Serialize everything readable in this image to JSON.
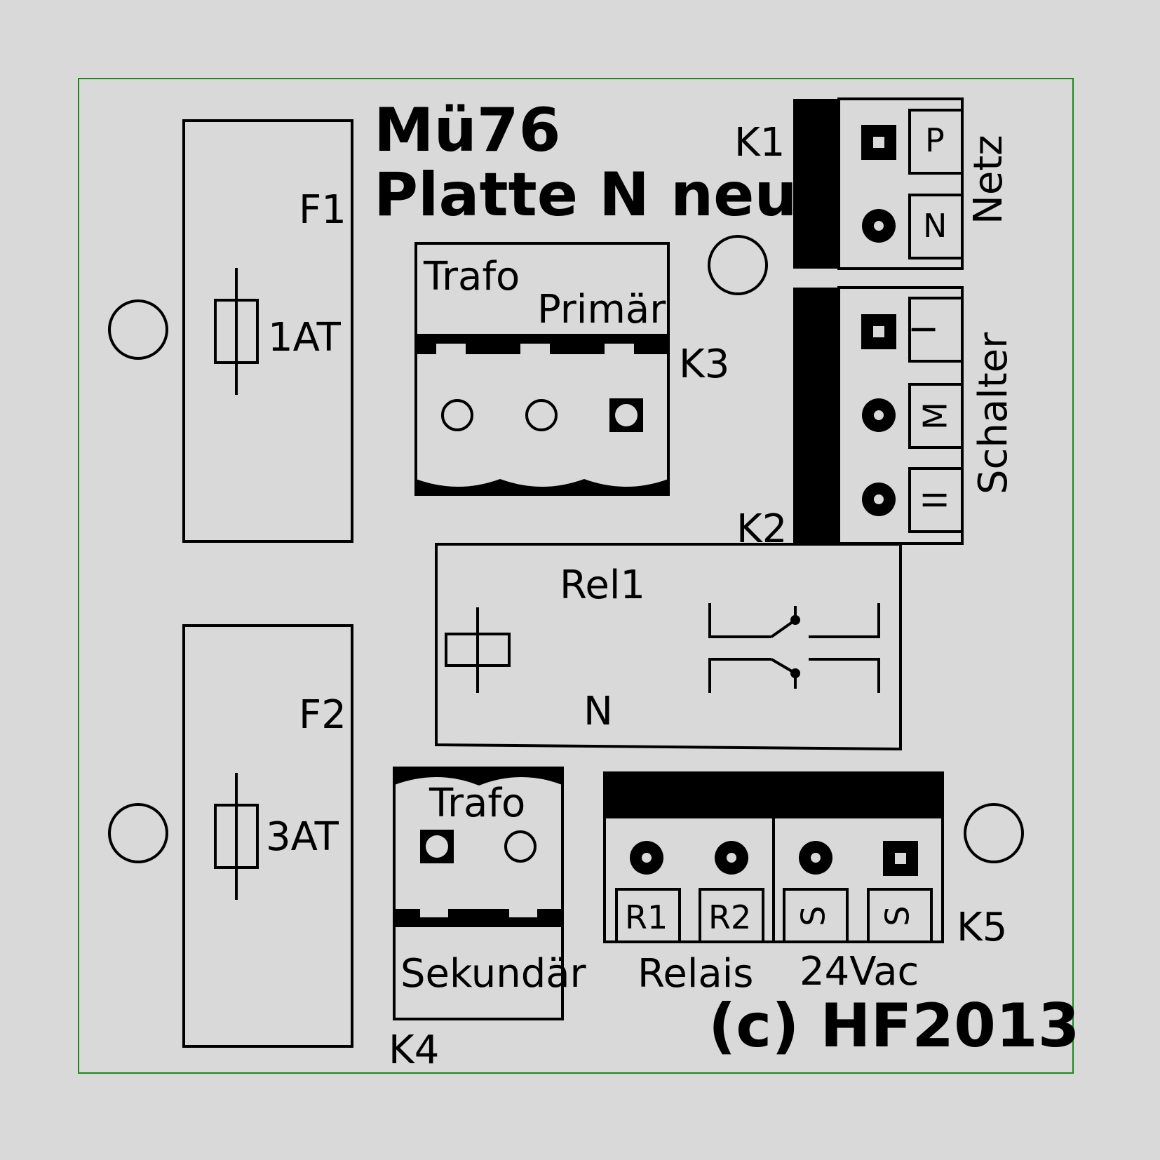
{
  "colors": {
    "background": "#d9d9d9",
    "board_outline": "#1a8a1a",
    "silkscreen": "#000000"
  },
  "title": {
    "line1": "Mü76",
    "line2": "Platte N neu"
  },
  "copyright": "(c) HF2013",
  "fuses": {
    "f1": {
      "ref": "F1",
      "value": "1AT"
    },
    "f2": {
      "ref": "F2",
      "value": "3AT"
    }
  },
  "k1": {
    "ref": "K1",
    "caption": "Netz",
    "pins": [
      "P",
      "N"
    ]
  },
  "k2": {
    "ref": "K2",
    "caption": "Schalter",
    "pins": [
      "I",
      "M",
      "II"
    ]
  },
  "k3": {
    "ref": "K3",
    "label_top": "Trafo",
    "label_bottom": "Primär"
  },
  "k4": {
    "ref": "K4",
    "label_top": "Trafo",
    "label_bottom": "Sekundär"
  },
  "k5": {
    "ref": "K5",
    "pins": [
      "R1",
      "R2",
      "S",
      "S"
    ],
    "caption_left": "Relais",
    "caption_right": "24Vac"
  },
  "relay": {
    "ref": "Rel1",
    "value": "N"
  }
}
